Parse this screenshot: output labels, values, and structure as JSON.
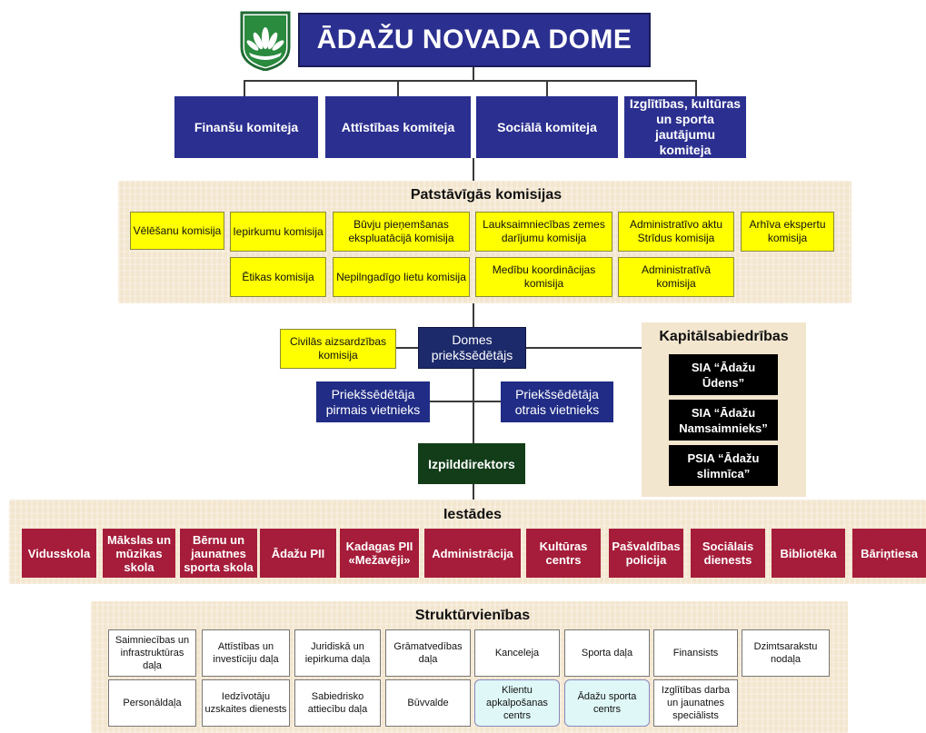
{
  "header": {
    "title": "ĀDAŽU NOVADA DOME"
  },
  "committees": [
    "Finanšu komiteja",
    "Attīstības komiteja",
    "Sociālā komiteja",
    "Izglītības, kultūras un sporta jautājumu komiteja"
  ],
  "commissions": {
    "title": "Patstāvīgās komisijas",
    "row1": [
      "Vēlēšanu komisija",
      "Iepirkumu komisija",
      "Būvju pieņemšanas ekspluatācijā komisija",
      "Lauksaimniecības zemes darījumu komisija",
      "Administratīvo aktu Strīdus komisija",
      "Arhīva ekspertu komisija"
    ],
    "row2": [
      "Ētikas komisija",
      "Nepilngadīgo lietu komisija",
      "Medību koordinācijas komisija",
      "Administratīvā komisija"
    ]
  },
  "civil": "Civilās aizsardzības komisija",
  "chair": "Domes priekšsēdētājs",
  "deputies": [
    "Priekšsēdētāja pirmais vietnieks",
    "Priekšsēdētāja otrais vietnieks"
  ],
  "director": "Izpilddirektors",
  "companies": {
    "title": "Kapitālsabiedrības",
    "items": [
      "SIA “Ādažu Ūdens”",
      "SIA “Ādažu Namsaimnieks”",
      "PSIA “Ādažu slimnīca”"
    ]
  },
  "institutions": {
    "title": "Iestādes",
    "items": [
      "Vidusskola",
      "Mākslas un mūzikas skola",
      "Bērnu un jaunatnes sporta skola",
      "Ādažu PII",
      "Kadagas PII «Mežavēji»",
      "Administrācija",
      "Kultūras centrs",
      "Pašvaldības policija",
      "Sociālais dienests",
      "Bibliotēka",
      "Bāriņtiesa"
    ]
  },
  "units": {
    "title": "Struktūrvienības",
    "row1": [
      "Saimniecības un infrastruktūras daļa",
      "Attīstības un investīciju daļa",
      "Juridiskā un iepirkuma daļa",
      "Grāmatvedības daļa",
      "Kanceleja",
      "Sporta daļa",
      "Finansists",
      "Dzimtsarakstu nodaļa"
    ],
    "row2": [
      "Personāldaļa",
      "Iedzīvotāju uzskaites dienests",
      "Sabiedrisko attiecību daļa",
      "Būvvalde",
      "Klientu apkalpošanas centrs",
      "Ādažu sporta centrs",
      "Izglītības darba un jaunatnes speciālists"
    ]
  },
  "colors": {
    "navy": "#2b2f8f",
    "yellow": "#ffff00",
    "crimson": "#a51d3a",
    "green": "#123d18",
    "beige": "#f3e6cf"
  },
  "logo": {
    "icon": "lotus-crest-icon"
  }
}
